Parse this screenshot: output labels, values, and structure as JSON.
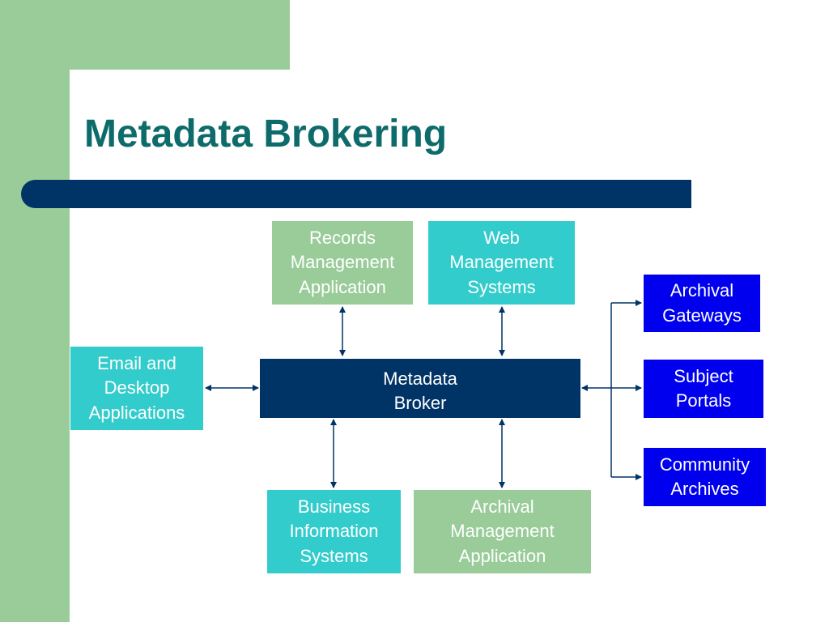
{
  "slide": {
    "title": "Metadata Brokering"
  },
  "diagram": {
    "center": "Metadata\nBroker",
    "top_left": "Records\nManagement\nApplication",
    "top_right": "Web\nManagement\nSystems",
    "left": "Email and\nDesktop\nApplications",
    "bottom_left": "Business\nInformation\nSystems",
    "bottom_right": "Archival\nManagement\nApplication",
    "right_1": "Archival\nGateways",
    "right_2": "Subject\nPortals",
    "right_3": "Community\nArchives"
  },
  "colors": {
    "title": "#0e6b6b",
    "navy": "#003366",
    "green": "#99cc99",
    "cyan": "#33cccc",
    "blue": "#0000ee"
  }
}
